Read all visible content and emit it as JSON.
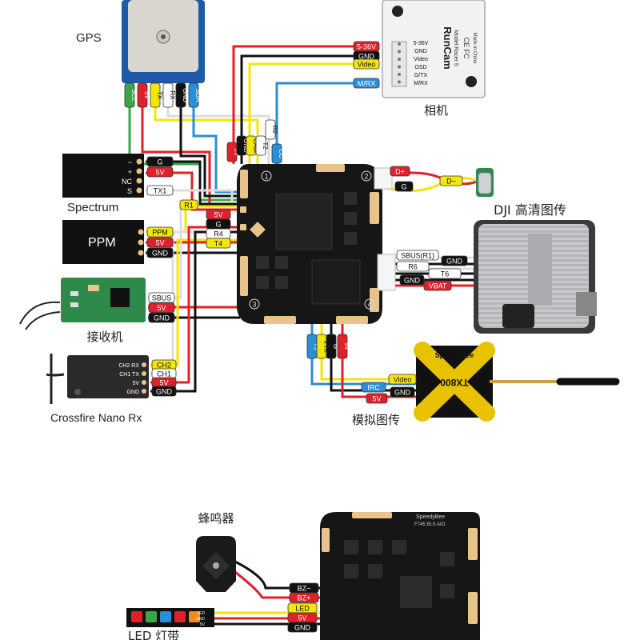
{
  "colors": {
    "red": "#e0202a",
    "black": "#111111",
    "yellow": "#f2e60a",
    "white": "#ffffff",
    "blue": "#2a8fd6",
    "green": "#3aa64a",
    "orange": "#f08a1c",
    "board": "#161616",
    "pad": "#e8c48a",
    "gps_blue": "#1e5aa8"
  },
  "gps": {
    "title": "GPS",
    "pins": [
      "SCL",
      "5V",
      "TX",
      "RX",
      "GND",
      "SDA"
    ]
  },
  "camera": {
    "title": "相机",
    "brand": "RunCam",
    "model": "Model:Racer 5",
    "cert": "CE FC",
    "made": "Made in China",
    "pins": [
      "5-36V",
      "GND",
      "Video",
      "OSD",
      "G/TX",
      "M/RX"
    ],
    "wire_tags": [
      "5-36V",
      "GND",
      "Video",
      "M/RX"
    ]
  },
  "top_cable_tags": [
    "5V",
    "GND",
    "CAM",
    "T2",
    "R2",
    "CC"
  ],
  "spectrum": {
    "title": "Spectrum",
    "pins": [
      "−",
      "+",
      "NC",
      "S"
    ],
    "tags": [
      "G",
      "5V",
      "TX1"
    ]
  },
  "ppm": {
    "title": "PPM",
    "tags": [
      "PPM",
      "5V",
      "GND"
    ]
  },
  "receiver": {
    "title": "接收机",
    "tags": [
      "SBUS",
      "5V",
      "GND"
    ]
  },
  "crossfire": {
    "title": "Crossfire Nano Rx",
    "pins": [
      "CH2 RX",
      "CH1 TX",
      "5V",
      "GND"
    ],
    "tags": [
      "CH2",
      "CH1",
      "5V",
      "GND"
    ]
  },
  "fc_left_tags": [
    "R1",
    "5V",
    "G",
    "R4",
    "T4"
  ],
  "usb_tags": [
    "D+",
    "G",
    "D−"
  ],
  "dji": {
    "title": "DJI 高清图传",
    "tags": [
      "SBUS(R1)",
      "GND",
      "R6",
      "T6",
      "GND",
      "VBAT"
    ]
  },
  "fc_bottom_tags": [
    "T3",
    "VTX",
    "G",
    "5V"
  ],
  "analog_vtx": {
    "title": "模拟图传",
    "brand": "SpeedyBee",
    "logo": "TX800",
    "tags": [
      "Video",
      "IRC",
      "GND",
      "5V"
    ]
  },
  "fc_corner_numbers": [
    "1",
    "2",
    "3",
    "4"
  ],
  "bottom_board": {
    "brand": "SpeedyBee",
    "model": "F745 BLS AIO"
  },
  "buzzer": {
    "title": "蜂鸣器",
    "tags": [
      "BZ−",
      "BZ+"
    ]
  },
  "led_strip": {
    "title": "LED 灯带",
    "pins": [
      "LED",
      "GND",
      "5V"
    ],
    "tags": [
      "LED",
      "5V",
      "GND"
    ],
    "led_colors": [
      "#e0202a",
      "#3aa64a",
      "#2a8fd6",
      "#e0202a",
      "#f08a1c"
    ]
  }
}
